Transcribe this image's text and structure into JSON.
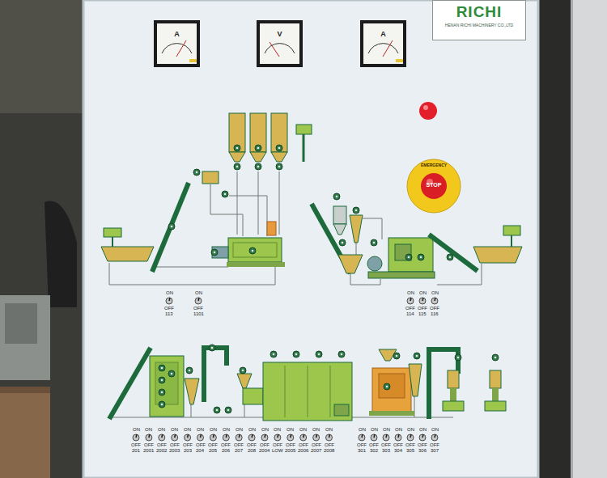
{
  "diagram": {
    "nodes": [
      {
        "text": [
          "RICHI",
          "HENAN RICHI MACHINERY CO.,LTD"
        ]
      },
      {
        "text": [
          "A"
        ]
      },
      {
        "text": [
          "V"
        ]
      },
      {
        "text": [
          "A"
        ]
      },
      {
        "text": [
          "EMERGENCY",
          "STOP"
        ]
      }
    ],
    "labels": [
      "ON",
      "OFF",
      "113",
      "ON",
      "OFF",
      "1101",
      "ON",
      "OFF",
      "114",
      "ON",
      "OFF",
      "115",
      "ON",
      "OFF",
      "116",
      "ON",
      "OFF",
      "201",
      "ON",
      "OFF",
      "2001",
      "ON",
      "OFF",
      "2002",
      "ON",
      "OFF",
      "2003",
      "ON",
      "OFF",
      "203",
      "ON",
      "OFF",
      "204",
      "ON",
      "OFF",
      "205",
      "ON",
      "OFF",
      "206",
      "ON",
      "OFF",
      "207",
      "ON",
      "OFF",
      "208",
      "ON",
      "OFF",
      "2004",
      "ON",
      "OFF",
      "LOW",
      "ON",
      "OFF",
      "2005",
      "ON",
      "OFF",
      "2006",
      "ON",
      "OFF",
      "2007",
      "ON",
      "OFF",
      "2008",
      "ON",
      "OFF",
      "301",
      "ON",
      "OFF",
      "302",
      "ON",
      "OFF",
      "303",
      "ON",
      "OFF",
      "304",
      "ON",
      "OFF",
      "305",
      "ON",
      "OFF",
      "306",
      "ON",
      "OFF",
      "307"
    ]
  }
}
